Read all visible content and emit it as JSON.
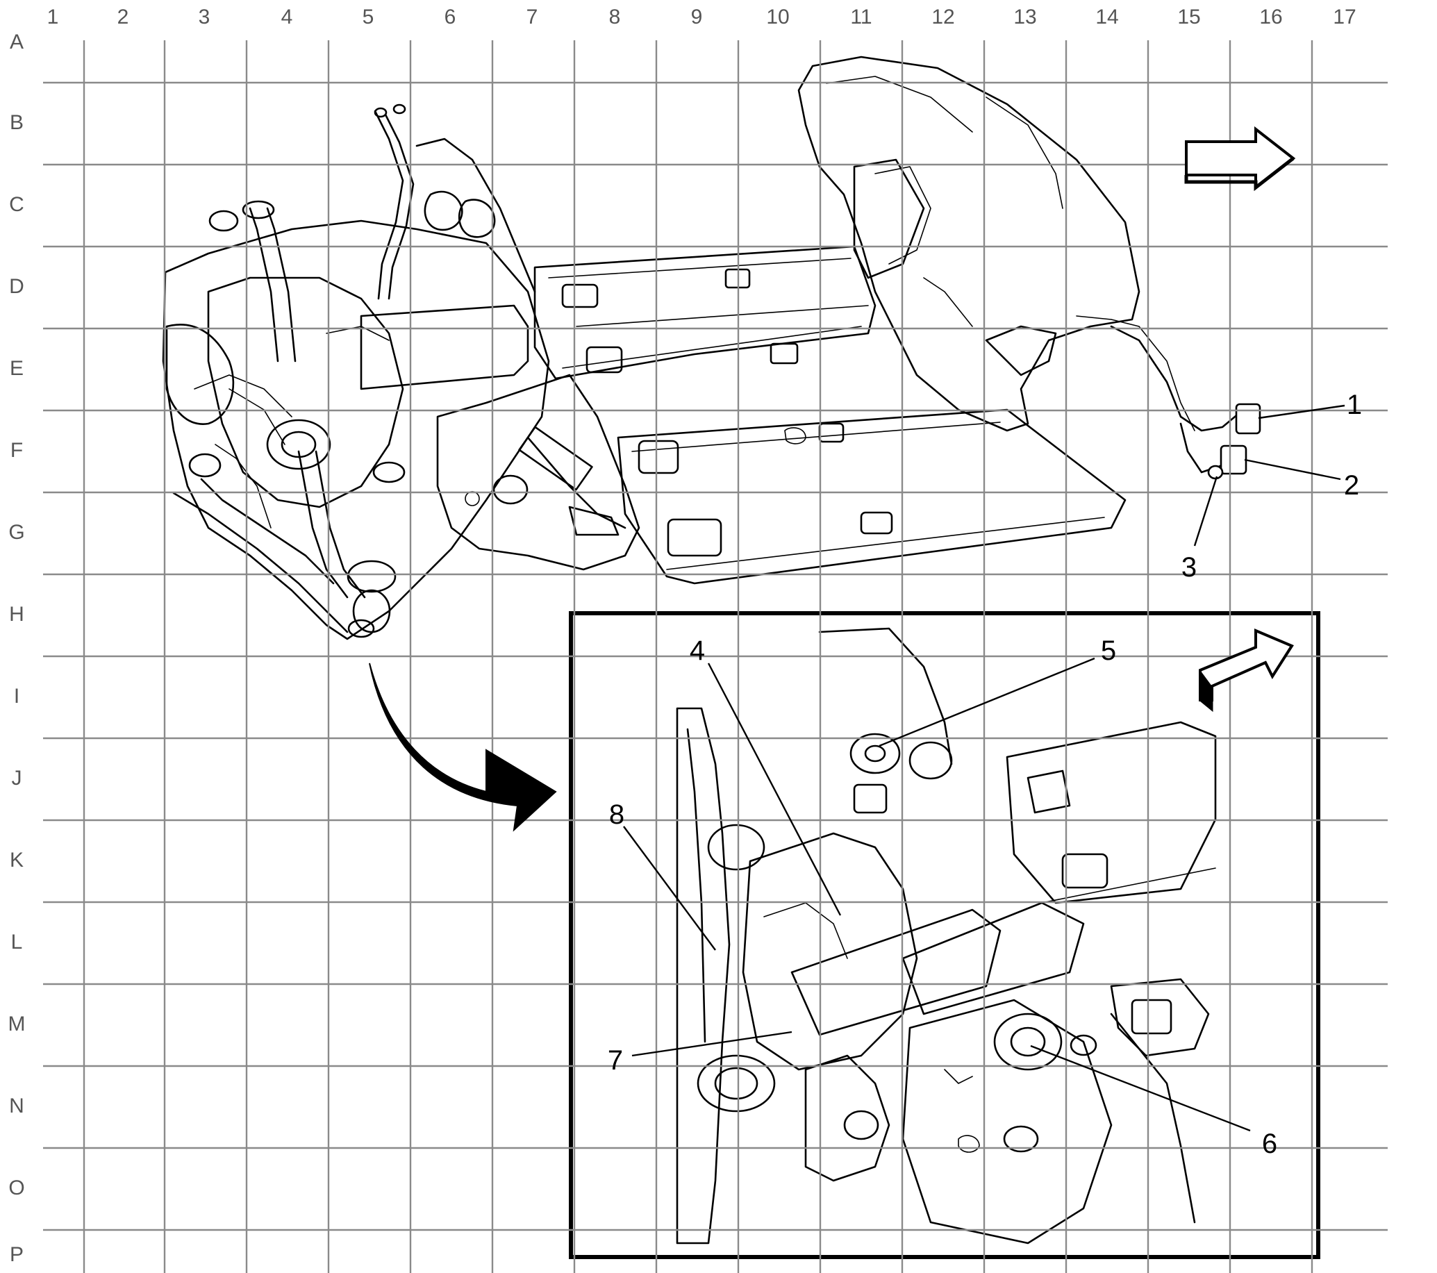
{
  "grid": {
    "columns": [
      "1",
      "2",
      "3",
      "4",
      "5",
      "6",
      "7",
      "8",
      "9",
      "10",
      "11",
      "12",
      "13",
      "14",
      "15",
      "16",
      "17"
    ],
    "rows": [
      "A",
      "B",
      "C",
      "D",
      "E",
      "F",
      "G",
      "H",
      "I",
      "J",
      "K",
      "L",
      "M",
      "N",
      "O",
      "P"
    ]
  },
  "callouts": {
    "c1": "1",
    "c2": "2",
    "c3": "3",
    "c4": "4",
    "c5": "5",
    "c6": "6",
    "c7": "7",
    "c8": "8"
  },
  "icons": [
    "direction-arrow-icon",
    "detail-curved-arrow-icon",
    "inset-direction-arrow-icon"
  ]
}
